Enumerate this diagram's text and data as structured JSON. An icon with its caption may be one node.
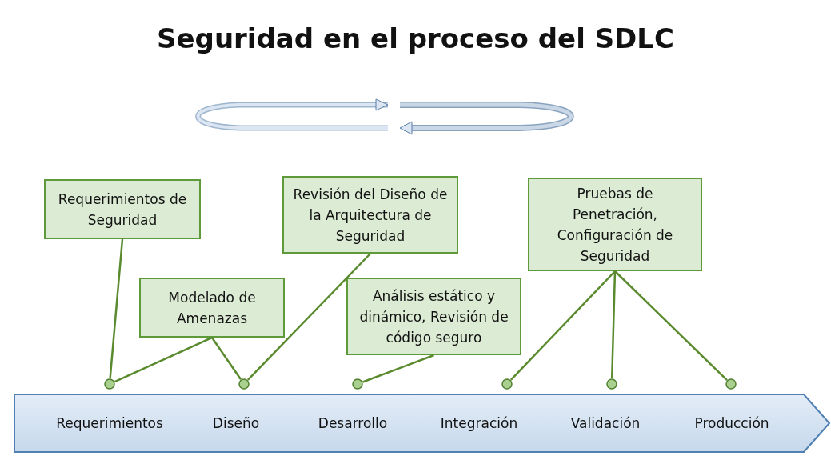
{
  "diagram": {
    "title": "Seguridad en el proceso del SDLC",
    "nodes": [
      {
        "text": [
          "Requerimientos de Seguridad"
        ]
      },
      {
        "text": [
          "Revisión del Diseño de la Arquitectura de Seguridad"
        ]
      },
      {
        "text": [
          "Pruebas de Penetración, Configuración de Seguridad"
        ]
      },
      {
        "text": [
          "Modelado de Amenazas"
        ]
      },
      {
        "text": [
          "Análisis estático y dinámico, Revisión de código seguro"
        ]
      },
      {
        "text": [],
        "shape": "circle"
      },
      {
        "text": [],
        "shape": "circle"
      },
      {
        "text": [],
        "shape": "circle"
      },
      {
        "text": [],
        "shape": "circle"
      },
      {
        "text": [],
        "shape": "circle"
      },
      {
        "text": [],
        "shape": "circle"
      },
      {
        "text": [
          "Requerimientos",
          "Diseño",
          "Desarrollo",
          "Integración",
          "Validación",
          "Producción"
        ]
      }
    ],
    "edges": [
      {
        "from": 0,
        "to": 5,
        "arrow": "none"
      },
      {
        "from": 3,
        "to": 5,
        "arrow": "none"
      },
      {
        "from": 3,
        "to": 6,
        "arrow": "none"
      },
      {
        "from": 1,
        "to": 6,
        "arrow": "none"
      },
      {
        "from": 4,
        "to": 7,
        "arrow": "none"
      },
      {
        "from": 2,
        "to": 8,
        "arrow": "none"
      },
      {
        "from": 2,
        "to": 9,
        "arrow": "none"
      },
      {
        "from": 2,
        "to": 10,
        "arrow": "none"
      }
    ]
  }
}
